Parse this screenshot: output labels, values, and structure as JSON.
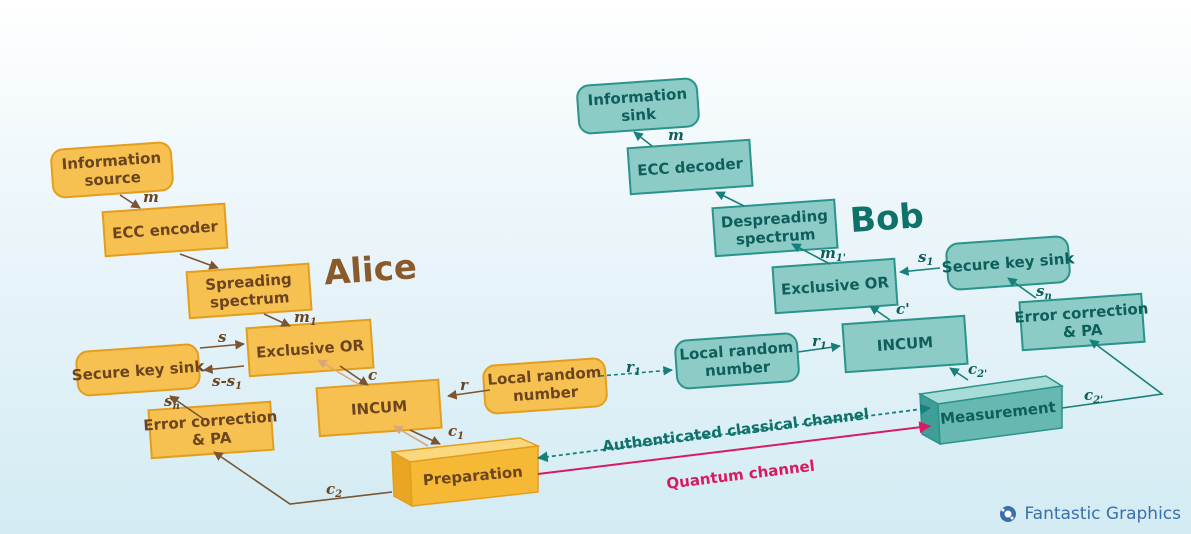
{
  "alice": {
    "title": "Alice",
    "info_source": [
      "Information",
      "source"
    ],
    "ecc_encoder": "ECC encoder",
    "spreading": [
      "Spreading",
      "spectrum"
    ],
    "xor": "Exclusive OR",
    "key_sink": "Secure key sink",
    "error_corr": [
      "Error correction",
      "& PA"
    ],
    "incum": "INCUM",
    "local_random": [
      "Local random",
      "number"
    ],
    "preparation": "Preparation"
  },
  "bob": {
    "title": "Bob",
    "info_sink": [
      "Information",
      "sink"
    ],
    "ecc_decoder": "ECC decoder",
    "despreading": [
      "Despreading",
      "spectrum"
    ],
    "xor": "Exclusive OR",
    "key_sink": "Secure key sink",
    "error_corr": [
      "Error correction",
      "& PA"
    ],
    "incum": "INCUM",
    "local_random": [
      "Local random",
      "number"
    ],
    "measurement": "Measurement"
  },
  "labels": {
    "m": "m",
    "m1": "m",
    "m1_sub": "1",
    "m1p": "m",
    "m1p_sub": "1'",
    "s": "s",
    "s_s1": "s-s",
    "s_s1_sub": "1",
    "s1": "s",
    "s1_sub": "1",
    "sn": "s",
    "sn_sub": "n",
    "c": "c",
    "cp": "c'",
    "c1": "c",
    "c1_sub": "1",
    "c2": "c",
    "c2_sub": "2",
    "c2p": "c",
    "c2p_sub": "2'",
    "r": "r",
    "r1": "r",
    "r1_sub": "1"
  },
  "channels": {
    "classical": "Authenticated classical channel",
    "quantum": "Quantum channel"
  },
  "brand": "Fantastic Graphics",
  "colors": {
    "alice_fill": "#f6c150",
    "alice_stroke": "#e39e1e",
    "alice_text": "#6b4420",
    "alice_title": "#8a5a2b",
    "bob_fill": "#8ccbc6",
    "bob_stroke": "#2a938c",
    "bob_text": "#0e5f5b",
    "bob_title": "#10706a",
    "quantum": "#d81b60"
  }
}
